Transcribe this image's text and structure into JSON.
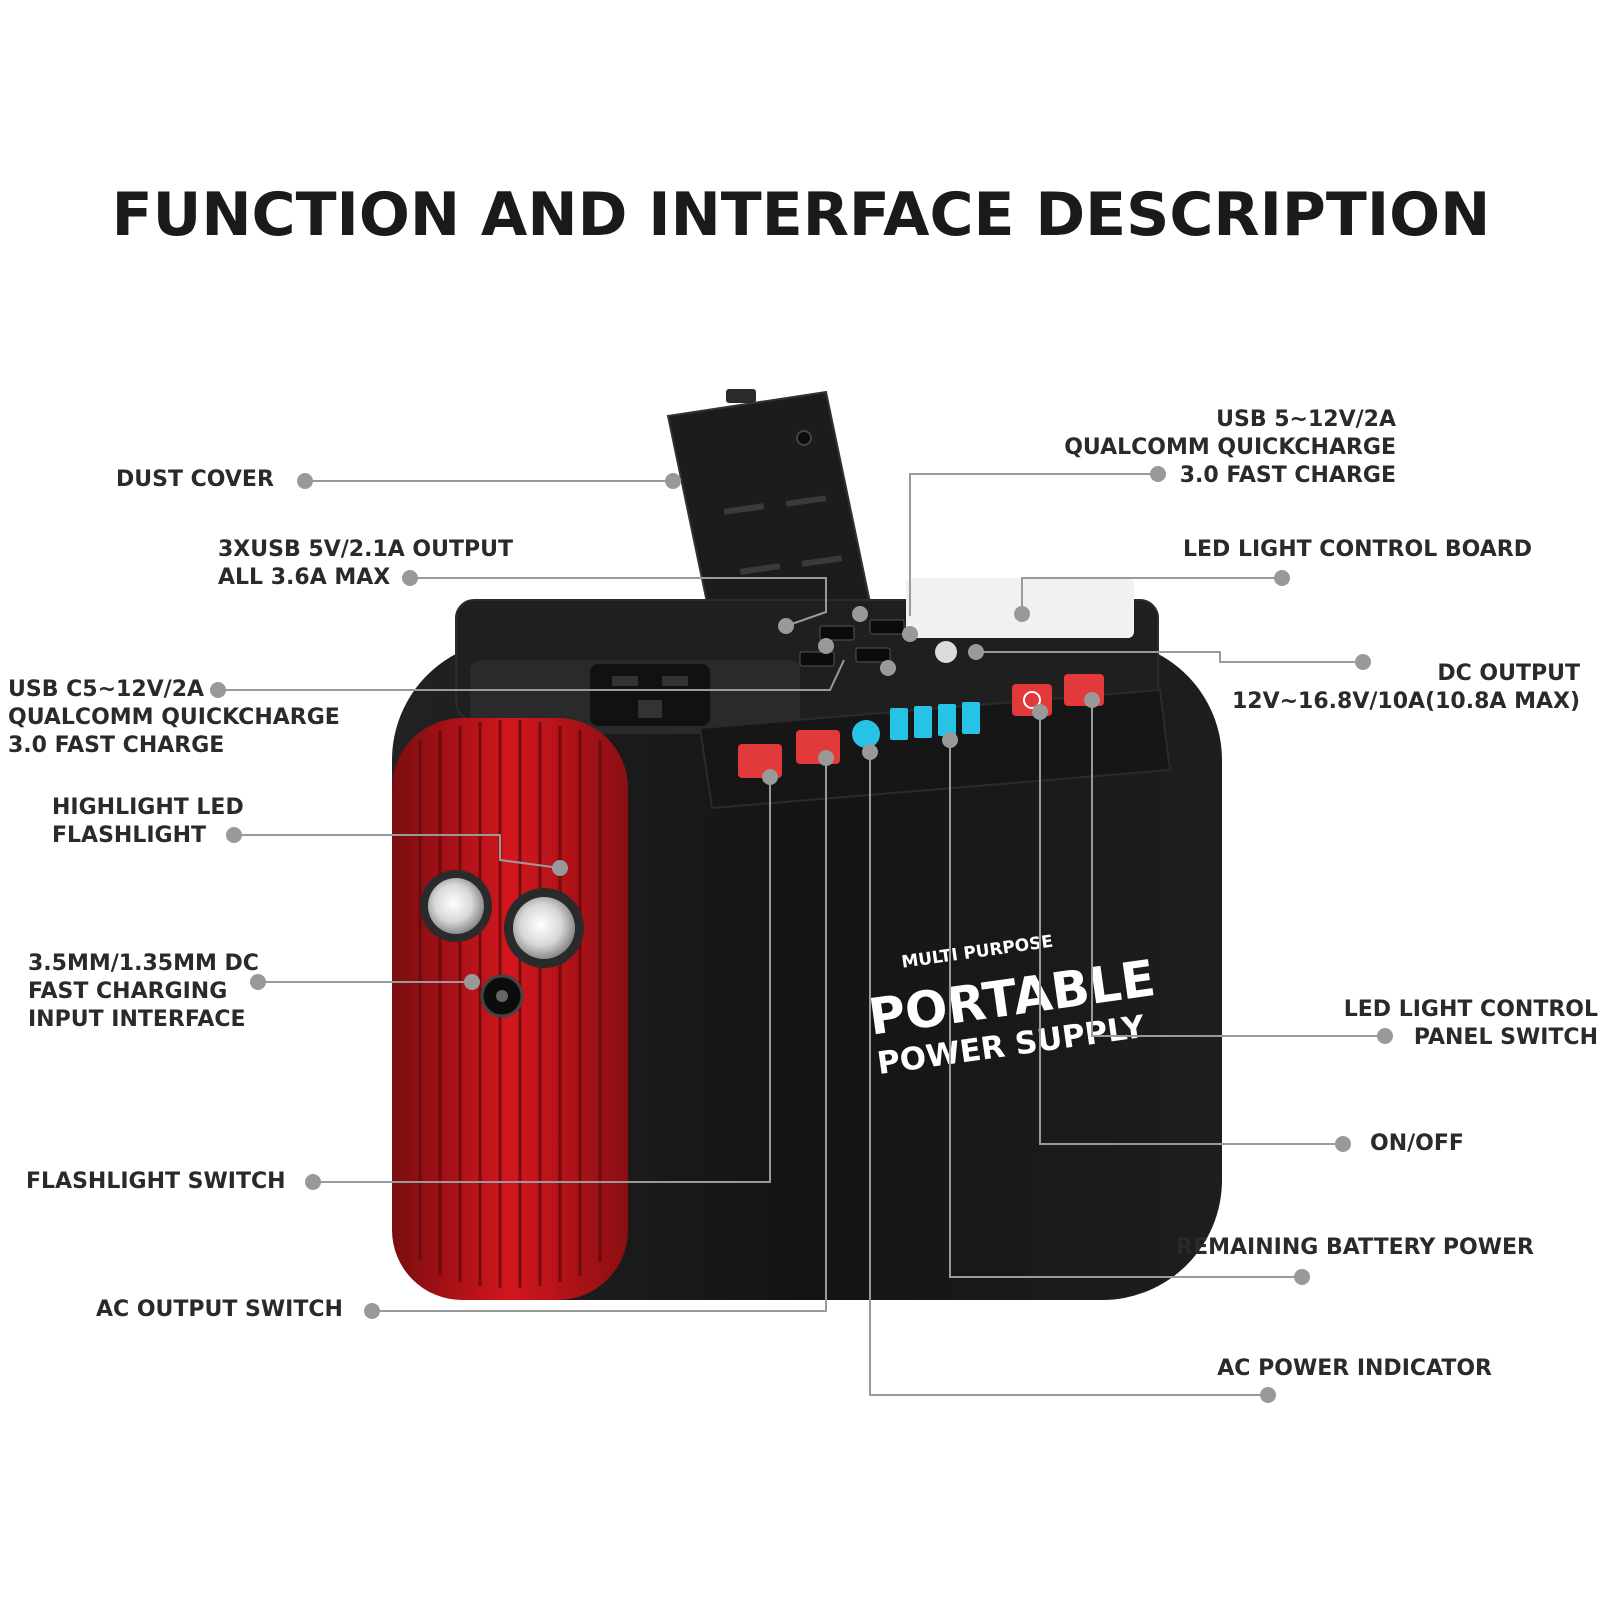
{
  "title": "FUNCTION AND INTERFACE DESCRIPTION",
  "product": {
    "line1": "MULTI PURPOSE",
    "line2": "PORTABLE",
    "line3": "POWER SUPPLY"
  },
  "labels": {
    "dust_cover": [
      "DUST COVER"
    ],
    "usb_3x": [
      "3XUSB 5V/2.1A OUTPUT",
      "ALL 3.6A MAX"
    ],
    "usb_c": [
      "USB C5~12V/2A",
      "QUALCOMM QUICKCHARGE",
      "3.0 FAST CHARGE"
    ],
    "highlight_led": [
      "HIGHLIGHT LED",
      "FLASHLIGHT"
    ],
    "dc_input": [
      "3.5MM/1.35MM DC",
      "FAST CHARGING",
      "INPUT INTERFACE"
    ],
    "flashlight_switch": [
      "FLASHLIGHT SWITCH"
    ],
    "ac_output_switch": [
      "AC OUTPUT SWITCH"
    ],
    "usb_qc": [
      "USB 5~12V/2A",
      "QUALCOMM QUICKCHARGE",
      "3.0 FAST CHARGE"
    ],
    "led_board": [
      "LED LIGHT CONTROL BOARD"
    ],
    "dc_output": [
      "DC OUTPUT",
      "12V~16.8V/10A(10.8A MAX)"
    ],
    "led_panel_switch": [
      "LED LIGHT CONTROL",
      "PANEL SWITCH"
    ],
    "on_off": [
      "ON/OFF"
    ],
    "battery": [
      "REMAINING BATTERY POWER"
    ],
    "ac_indicator": [
      "AC POWER INDICATOR"
    ]
  },
  "colors": {
    "body": "#151515",
    "accent_red": "#c8141c",
    "button_red": "#e23a3a",
    "indicator_cyan": "#27c3e6",
    "leader": "#9a9a9a"
  }
}
